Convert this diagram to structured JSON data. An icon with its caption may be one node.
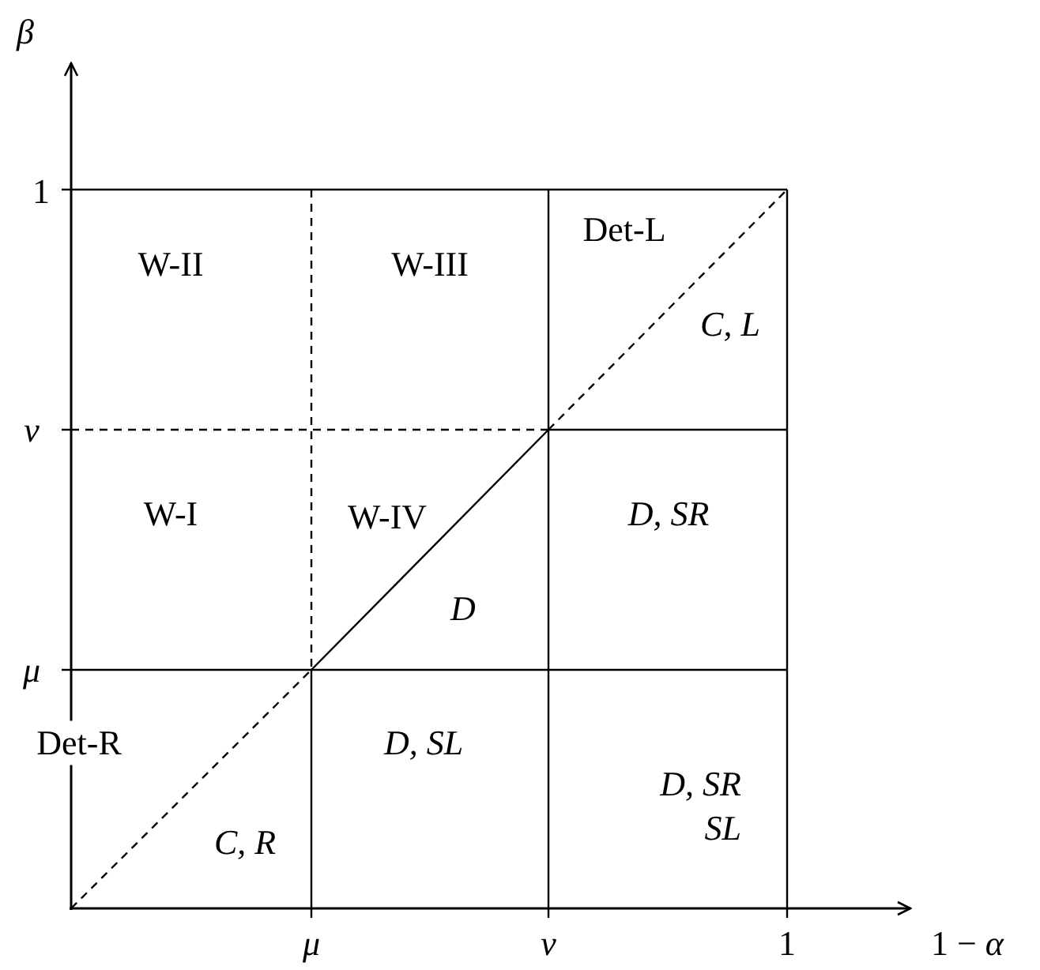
{
  "diagram": {
    "labels": [
      "β",
      "1",
      "W-II",
      "W-III",
      "Det-L",
      "C, L",
      "ν",
      "W-I",
      "W-IV",
      "D, SR",
      "D",
      "μ",
      "Det-R",
      "D, SL",
      "D, SR SL",
      "C, R",
      "μ",
      "ν",
      "1",
      "1 − *α*"
    ]
  }
}
